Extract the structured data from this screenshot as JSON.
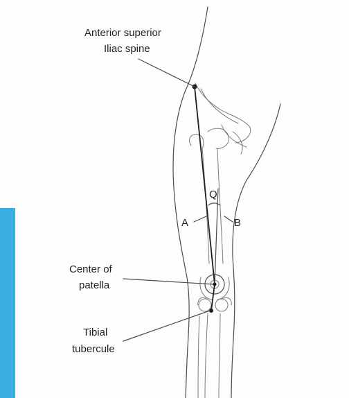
{
  "colors": {
    "side_bar": "#3aaee0",
    "ink": "#222222"
  },
  "labels": {
    "asis_line1": "Anterior superior",
    "asis_line2": "Iliac spine",
    "q": "Q",
    "a": "A",
    "b": "B",
    "patella_line1": "Center of",
    "patella_line2": "patella",
    "tibial_line1": "Tibial",
    "tibial_line2": "tubercule"
  }
}
